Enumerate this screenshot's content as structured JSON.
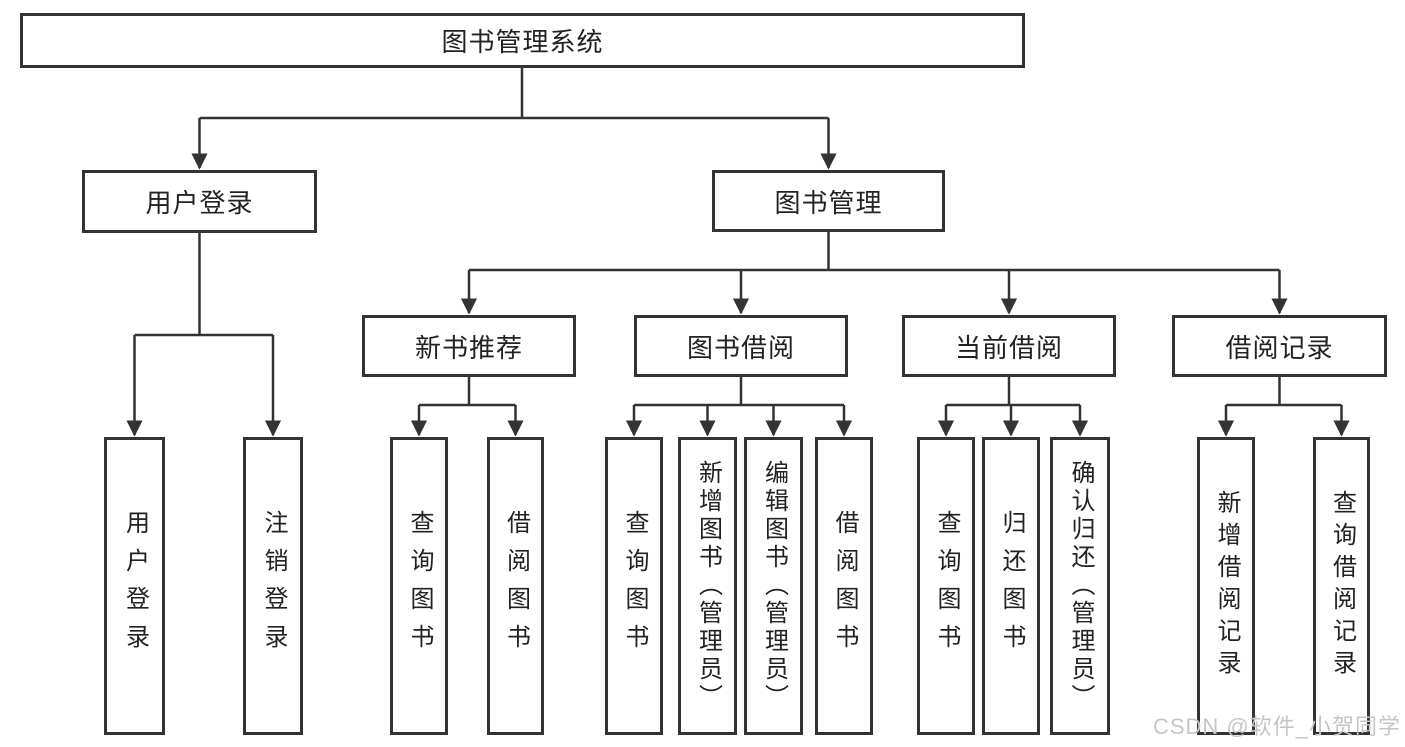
{
  "tree": {
    "root": {
      "label": "图书管理系统",
      "children": [
        {
          "label": "用户登录",
          "children": [
            {
              "label": "用户登录"
            },
            {
              "label": "注销登录"
            }
          ]
        },
        {
          "label": "图书管理",
          "children": [
            {
              "label": "新书推荐",
              "children": [
                {
                  "label": "查询图书"
                },
                {
                  "label": "借阅图书"
                }
              ]
            },
            {
              "label": "图书借阅",
              "children": [
                {
                  "label": "查询图书"
                },
                {
                  "label": "新增图书（管理员）"
                },
                {
                  "label": "编辑图书（管理员）"
                },
                {
                  "label": "借阅图书"
                }
              ]
            },
            {
              "label": "当前借阅",
              "children": [
                {
                  "label": "查询图书"
                },
                {
                  "label": "归还图书"
                },
                {
                  "label": "确认归还（管理员）"
                }
              ]
            },
            {
              "label": "借阅记录",
              "children": [
                {
                  "label": "新增借阅记录"
                },
                {
                  "label": "查询借阅记录"
                }
              ]
            }
          ]
        }
      ]
    }
  },
  "watermark": {
    "text": "CSDN @软件_小贺同学"
  },
  "colors": {
    "line": "#333333",
    "text": "#222222",
    "watermark": "#c7c5c5",
    "background": "#ffffff"
  }
}
